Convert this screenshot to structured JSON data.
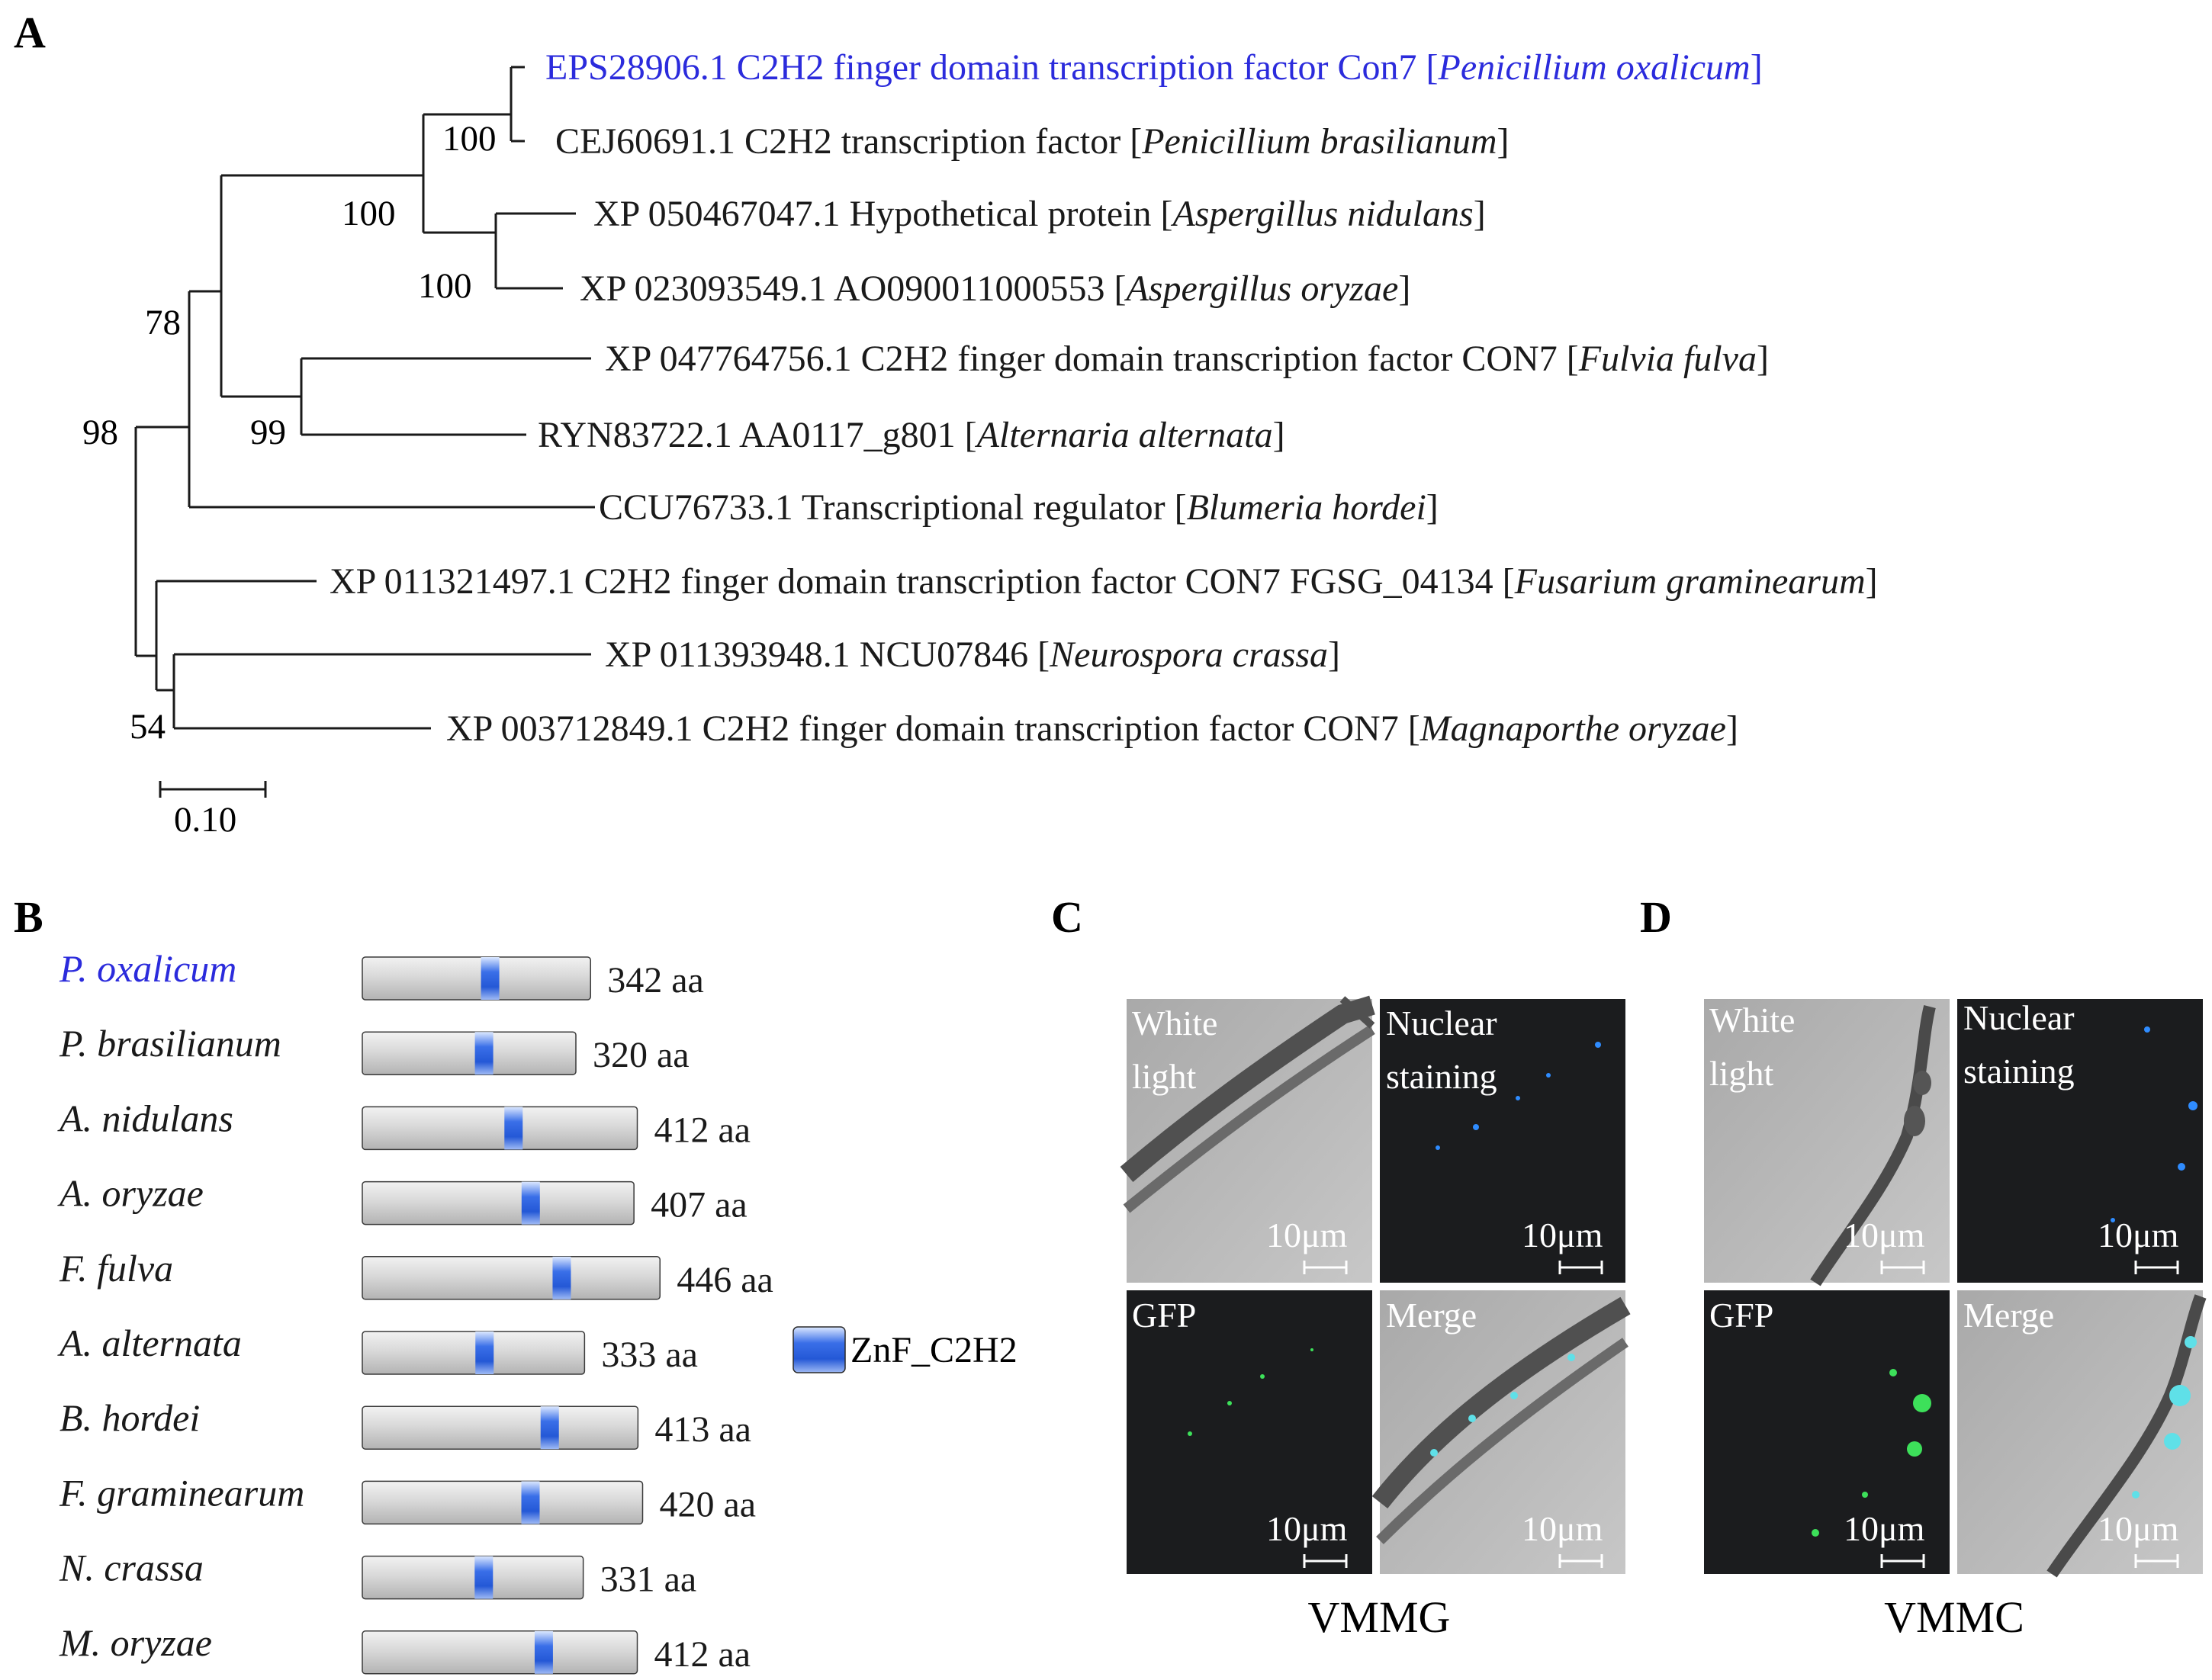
{
  "panels": {
    "a": "A",
    "b": "B",
    "c": "C",
    "d": "D"
  },
  "tree": {
    "leaves": [
      {
        "id": "EPS28906.1",
        "desc": "C2H2 finger domain transcription factor Con7",
        "species": "Penicillium oxalicum",
        "highlight": true
      },
      {
        "id": "CEJ60691.1",
        "desc": "C2H2 transcription factor",
        "species": "Penicillium brasilianum"
      },
      {
        "id": "XP 050467047.1",
        "desc": "Hypothetical protein",
        "species": "Aspergillus nidulans"
      },
      {
        "id": "XP 023093549.1",
        "desc": "AO090011000553",
        "species": "Aspergillus oryzae"
      },
      {
        "id": "XP 047764756.1",
        "desc": "C2H2 finger domain transcription factor CON7",
        "species": "Fulvia fulva"
      },
      {
        "id": "RYN83722.1",
        "desc": "AA0117_g801",
        "species": "Alternaria alternata"
      },
      {
        "id": "CCU76733.1",
        "desc": "Transcriptional regulator",
        "species": "Blumeria hordei"
      },
      {
        "id": "XP 011321497.1",
        "desc": "C2H2 finger domain transcription factor CON7 FGSG_04134",
        "species": "Fusarium graminearum"
      },
      {
        "id": "XP 011393948.1",
        "desc": "NCU07846",
        "species": "Neurospora crassa"
      },
      {
        "id": "XP 003712849.1",
        "desc": "C2H2 finger domain transcription factor CON7",
        "species": "Magnaporthe oryzae"
      }
    ],
    "bootstrap": [
      "100",
      "100",
      "100",
      "78",
      "99",
      "98",
      "54"
    ],
    "scale": "0.10"
  },
  "domains": {
    "legend": "ZnF_C2H2",
    "proteins": [
      {
        "species": "P. oxalicum",
        "length": "342 aa",
        "highlight": true
      },
      {
        "species": "P. brasilianum",
        "length": "320 aa"
      },
      {
        "species": "A. nidulans",
        "length": "412 aa"
      },
      {
        "species": "A. oryzae",
        "length": "407 aa"
      },
      {
        "species": "F. fulva",
        "length": "446 aa"
      },
      {
        "species": "A. alternata",
        "length": "333 aa"
      },
      {
        "species": "B. hordei",
        "length": "413 aa"
      },
      {
        "species": "F. graminearum",
        "length": "420 aa"
      },
      {
        "species": "N. crassa",
        "length": "331 aa"
      },
      {
        "species": "M. oryzae",
        "length": "412 aa"
      }
    ]
  },
  "microscopy": {
    "white_light": [
      "White",
      "light"
    ],
    "nuclear": [
      "Nuclear",
      "staining"
    ],
    "gfp": "GFP",
    "merge": "Merge",
    "scale": "10μm",
    "caption_c": "VMMG",
    "caption_d": "VMMC"
  },
  "colors": {
    "highlight": "#2b2bdc",
    "domain": "#3a6fe8",
    "gfp": "#3de05a",
    "nucleus": "#2f8cff"
  }
}
